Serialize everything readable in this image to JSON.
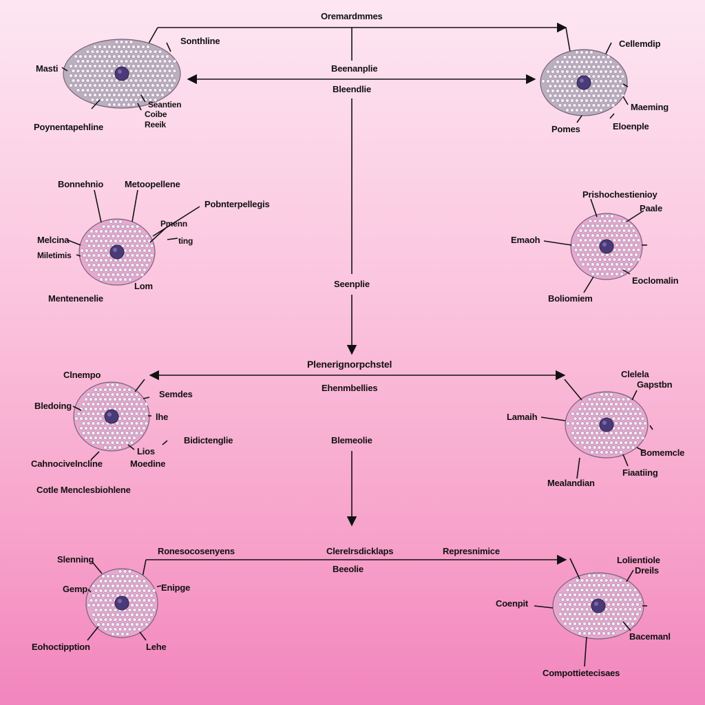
{
  "colors": {
    "cell_gray": "#b9b1bd",
    "cell_pink": "#e7a8cf",
    "granule": "#f4eef6",
    "nucleus": "#4b3a78",
    "line": "#111111"
  },
  "flow_labels": {
    "top": "Oremardmmes",
    "top_mid1": "Beenanplie",
    "top_mid2": "Bleendlie",
    "center": "Seenplie",
    "middle": "Plenerignorpchstel",
    "middle_sub": "Ehenmbellies",
    "middle_low": "Blemeolie",
    "bottom_left": "Ronesocosenyens",
    "bottom_mid": "Clerelrsdicklaps",
    "bottom_mid_sub": "Beeolie",
    "bottom_right": "Represnimice"
  },
  "cells": [
    {
      "id": "c1",
      "style": "gray",
      "labels": [
        "Sonthline",
        "Masti",
        "Seantien",
        "Coibe",
        "Reeik",
        "Poynentapehline"
      ]
    },
    {
      "id": "c2",
      "style": "gray",
      "labels": [
        "Cellemdip",
        "Maeming",
        "Pomes",
        "Eloenple"
      ]
    },
    {
      "id": "c3",
      "style": "pink",
      "labels": [
        "Bonnehnio",
        "Metoopellene",
        "Pobnterpellegis",
        "Pmenn",
        "ting",
        "Melcina",
        "Miletimis",
        "Lom",
        "Mentenenelie"
      ]
    },
    {
      "id": "c4",
      "style": "pink",
      "labels": [
        "Prishochestienioy",
        "Paale",
        "Emaoh",
        "Eoclomalin",
        "Boliomiem"
      ]
    },
    {
      "id": "c5",
      "style": "pink",
      "labels": [
        "Clnempo",
        "Semdes",
        "Bledoing",
        "lhe",
        "Bidictenglie",
        "Lios",
        "Moedine",
        "Cahnocivelncline",
        "Cotle Menclesbiohlene"
      ]
    },
    {
      "id": "c6",
      "style": "pink",
      "labels": [
        "Clelela",
        "Gapstbn",
        "Lamaih",
        "Bomemcle",
        "Fiaatiing",
        "Mealandian"
      ]
    },
    {
      "id": "c7",
      "style": "pink",
      "labels": [
        "Slenning",
        "Gemp",
        "Enipge",
        "Eohoctipption",
        "Lehe"
      ]
    },
    {
      "id": "c8",
      "style": "pink",
      "labels": [
        "Lolientiole",
        "Dreils",
        "Coenpit",
        "Bacemanl",
        "Compottietecisaes"
      ]
    }
  ]
}
